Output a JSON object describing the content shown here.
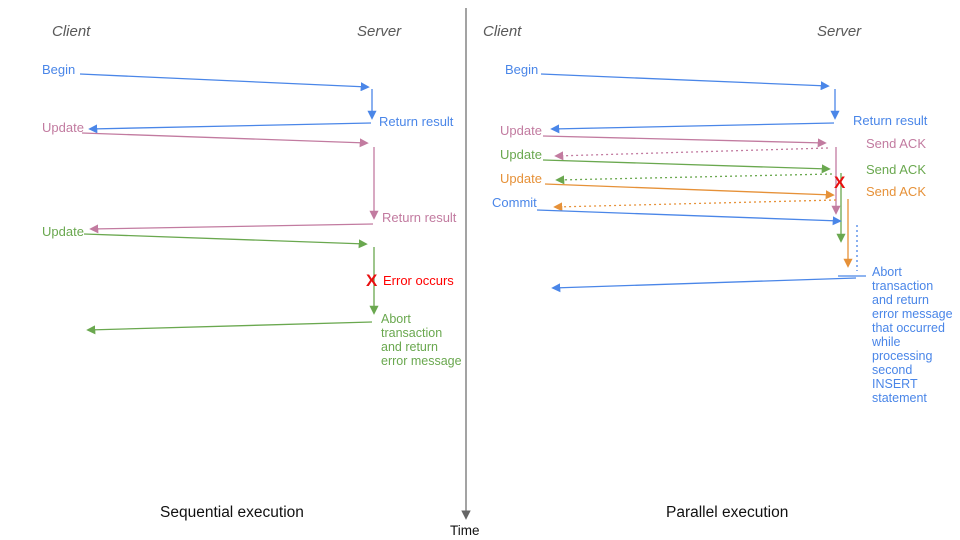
{
  "colors": {
    "blue": "#4a86e8",
    "pink": "#c27ba0",
    "green": "#6aa84f",
    "orange": "#e69138",
    "red": "#ff0000",
    "header_gray": "#595959",
    "axis_gray": "#666666"
  },
  "time_axis": {
    "label": "Time"
  },
  "left_panel": {
    "caption": "Sequential execution",
    "client_header": "Client",
    "server_header": "Server",
    "messages": {
      "begin": "Begin",
      "return_result_1": "Return result",
      "update_1": "Update",
      "return_result_2": "Return result",
      "update_2": "Update",
      "error_x": "X",
      "error_label": "Error occurs",
      "abort_note": "Abort\ntransaction\nand return\nerror message"
    }
  },
  "right_panel": {
    "caption": "Parallel execution",
    "client_header": "Client",
    "server_header": "Server",
    "messages": {
      "begin": "Begin",
      "return_result": "Return result",
      "update_1": "Update",
      "send_ack_1": "Send ACK",
      "update_2": "Update",
      "send_ack_2": "Send ACK",
      "update_3": "Update",
      "send_ack_3": "Send ACK",
      "commit": "Commit",
      "error_x": "X",
      "abort_note": "Abort\ntransaction\nand return\nerror message\nthat occurred\nwhile\nprocessing\nsecond\nINSERT\nstatement"
    }
  }
}
